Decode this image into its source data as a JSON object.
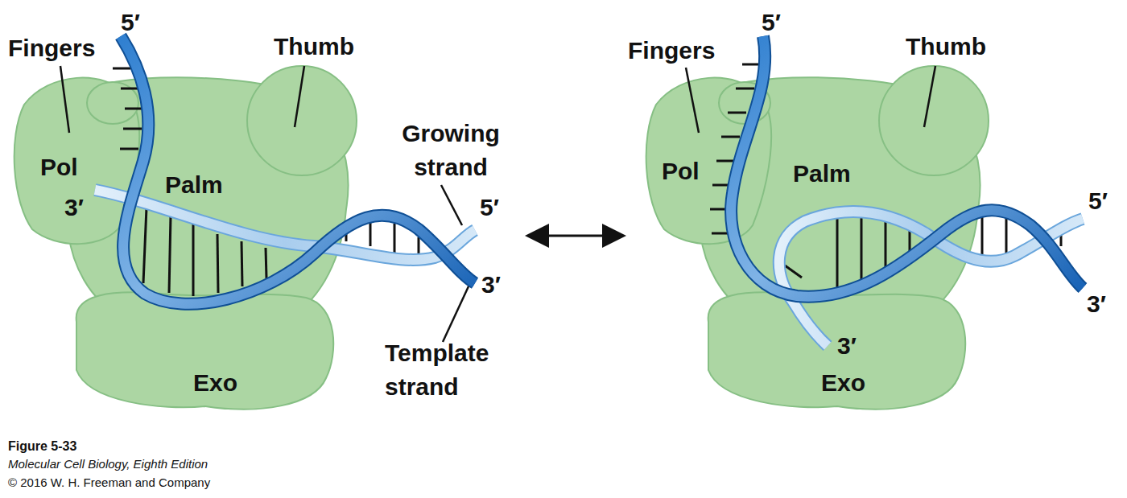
{
  "diagram": {
    "caption": "Figure 5-33",
    "labels": [
      "Fingers",
      "5′",
      "Thumb",
      "Pol",
      "Palm",
      "3′",
      "Growing strand",
      "5′",
      "3′",
      "Template strand",
      "Exo",
      "Fingers",
      "5′",
      "Thumb",
      "Pol",
      "Palm",
      "5′",
      "3′",
      "3′",
      "Exo",
      "Molecular Cell Biology, Eighth Edition",
      "© 2016 W. H. Freeman and Company"
    ]
  }
}
